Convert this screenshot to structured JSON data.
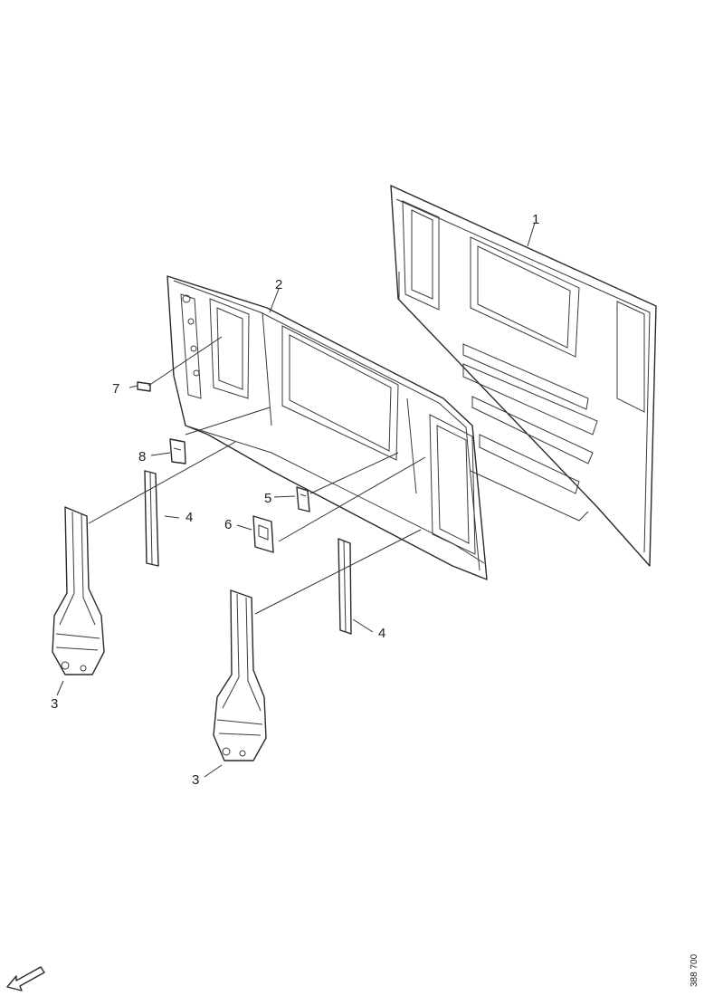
{
  "callouts": {
    "c1": "1",
    "c2": "2",
    "c3a": "3",
    "c3b": "3",
    "c4a": "4",
    "c4b": "4",
    "c5": "5",
    "c6": "6",
    "c7": "7",
    "c8": "8"
  },
  "reference_code": "388 700",
  "icons": {
    "orientation": "direction-arrow-icon"
  }
}
